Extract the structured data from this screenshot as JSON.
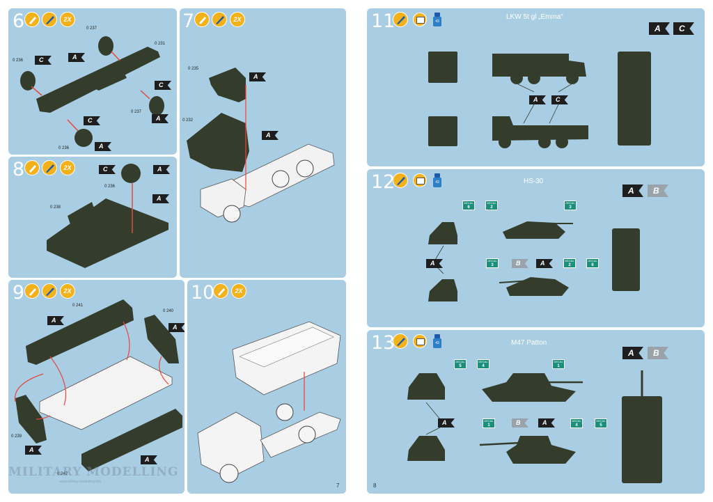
{
  "steps": {
    "s6": {
      "number": "6",
      "x2": "2X"
    },
    "s7": {
      "number": "7",
      "x2": "2X"
    },
    "s8": {
      "number": "8",
      "x2": "2X"
    },
    "s9": {
      "number": "9",
      "x2": "2X"
    },
    "s10": {
      "number": "10",
      "x2": "2X"
    },
    "s11": {
      "number": "11",
      "title": "LKW 5t gl „Emma“"
    },
    "s12": {
      "number": "12",
      "title": "HS-30"
    },
    "s13": {
      "number": "13",
      "title": "M47 Patton"
    }
  },
  "parts": {
    "p237a": "0 237",
    "p231": "0 231",
    "p236a": "0 236",
    "p237b": "0 237",
    "p236b": "0 236",
    "p235": "0 235",
    "p232": "0 232",
    "p236c": "0 236",
    "p238": "0 238",
    "p241": "0 241",
    "p240": "0 240",
    "p239": "0 239",
    "p242": "0 242"
  },
  "flags": {
    "a": "A",
    "b": "B",
    "c": "C"
  },
  "paint_label": "43",
  "decals": {
    "hs30": [
      "6",
      "2",
      "3",
      "3",
      "2",
      "6"
    ],
    "m47": [
      "5",
      "4",
      "1",
      "1",
      "4",
      "5"
    ],
    "decal_word": "DECAL"
  },
  "pages": {
    "left": "7",
    "right": "8"
  },
  "watermark": {
    "main": "MILITARY MODELLING",
    "sub": "www.military-modelling.info"
  },
  "colors": {
    "panel": "#a9cde3",
    "vehicle": "#343c2c",
    "accent": "#f3b21a",
    "decal": "#1b8f7c"
  }
}
